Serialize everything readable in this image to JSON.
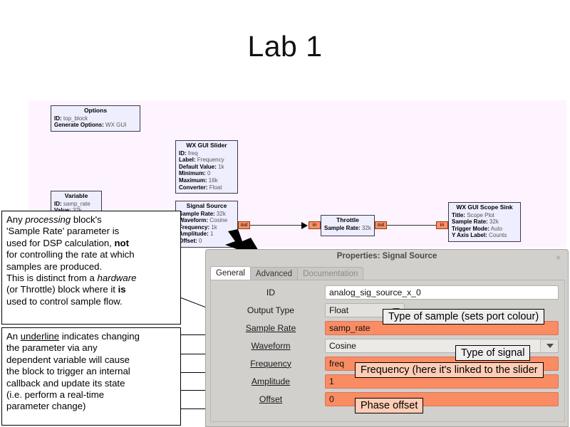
{
  "slide": {
    "title": "Lab 1"
  },
  "flowgraph": {
    "blocks": [
      {
        "name": "options-block",
        "title": "Options",
        "rows": [
          {
            "k": "ID:",
            "v": "top_block"
          },
          {
            "k": "Generate Options:",
            "v": "WX GUI"
          }
        ]
      },
      {
        "name": "wx-gui-slider-block",
        "title": "WX GUI Slider",
        "rows": [
          {
            "k": "ID:",
            "v": "freq"
          },
          {
            "k": "Label:",
            "v": "Frequency"
          },
          {
            "k": "Default Value:",
            "v": "1k"
          },
          {
            "k": "Minimum:",
            "v": "0"
          },
          {
            "k": "Maximum:",
            "v": "16k"
          },
          {
            "k": "Converter:",
            "v": "Float"
          }
        ]
      },
      {
        "name": "variable-block",
        "title": "Variable",
        "rows": [
          {
            "k": "ID:",
            "v": "samp_rate"
          },
          {
            "k": "Value:",
            "v": "32k"
          }
        ]
      },
      {
        "name": "signal-source-block",
        "title": "Signal Source",
        "rows": [
          {
            "k": "Sample Rate:",
            "v": "32k"
          },
          {
            "k": "Waveform:",
            "v": "Cosine"
          },
          {
            "k": "Frequency:",
            "v": "1k"
          },
          {
            "k": "Amplitude:",
            "v": "1"
          },
          {
            "k": "Offset:",
            "v": "0"
          }
        ]
      },
      {
        "name": "throttle-block",
        "title": "Throttle",
        "rows": [
          {
            "k": "Sample Rate:",
            "v": "32k"
          }
        ]
      },
      {
        "name": "wx-gui-scope-sink-block",
        "title": "WX GUI Scope Sink",
        "rows": [
          {
            "k": "Title:",
            "v": "Scope Plot"
          },
          {
            "k": "Sample Rate:",
            "v": "32k"
          },
          {
            "k": "Trigger Mode:",
            "v": "Auto"
          },
          {
            "k": "Y Axis Label:",
            "v": "Counts"
          }
        ]
      }
    ],
    "ports": {
      "out": "out",
      "in": "in"
    },
    "port_color": "#ff8f66",
    "block_fill": "#eeeeff",
    "canvas_color": "#fdf4ff"
  },
  "notes": {
    "top": {
      "l1a": "Any ",
      "l1i": "processing",
      "l1b": " block's",
      "l2": "'Sample Rate' parameter is",
      "l3a": "used for DSP calculation, ",
      "l3b": "not",
      "l4": "for controlling the rate at which",
      "l5": "samples are produced.",
      "l6a": "This is distinct from a ",
      "l6i": "hardware",
      "l7a": "(or Throttle) block where it ",
      "l7b": "is",
      "l8": "used to control sample flow."
    },
    "bottom": {
      "l1a": "An ",
      "l1u": "underline",
      "l1b": " indicates changing",
      "l2": "the parameter via any",
      "l3": "dependent variable will cause",
      "l4": "the block to trigger an internal",
      "l5": "callback and update its state",
      "l6": "(i.e. perform a real-time",
      "l7": "parameter change)"
    }
  },
  "dialog": {
    "title": "Properties: Signal Source",
    "close": "×",
    "tabs": [
      {
        "label": "General",
        "state": "active"
      },
      {
        "label": "Advanced",
        "state": "normal"
      },
      {
        "label": "Documentation",
        "state": "disabled"
      }
    ],
    "fields": [
      {
        "name": "id",
        "label": "ID",
        "underline": false,
        "type": "text",
        "value": "analog_sig_source_x_0",
        "highlight": false
      },
      {
        "name": "output-type",
        "label": "Output Type",
        "underline": false,
        "type": "select",
        "value": "Float",
        "highlight": false
      },
      {
        "name": "sample-rate",
        "label": "Sample Rate",
        "underline": true,
        "type": "text",
        "value": "samp_rate",
        "highlight": true
      },
      {
        "name": "waveform",
        "label": "Waveform",
        "underline": true,
        "type": "select-wide",
        "value": "Cosine",
        "highlight": false
      },
      {
        "name": "frequency",
        "label": "Frequency",
        "underline": true,
        "type": "text",
        "value": "freq",
        "highlight": true
      },
      {
        "name": "amplitude",
        "label": "Amplitude",
        "underline": true,
        "type": "text",
        "value": "1",
        "highlight": true
      },
      {
        "name": "offset",
        "label": "Offset",
        "underline": true,
        "type": "text",
        "value": "0",
        "highlight": true
      }
    ]
  },
  "tips": {
    "output_type": "Type of sample (sets port colour)",
    "waveform": "Type of signal",
    "frequency": "Frequency (here it's linked to the slider",
    "offset": "Phase offset"
  }
}
